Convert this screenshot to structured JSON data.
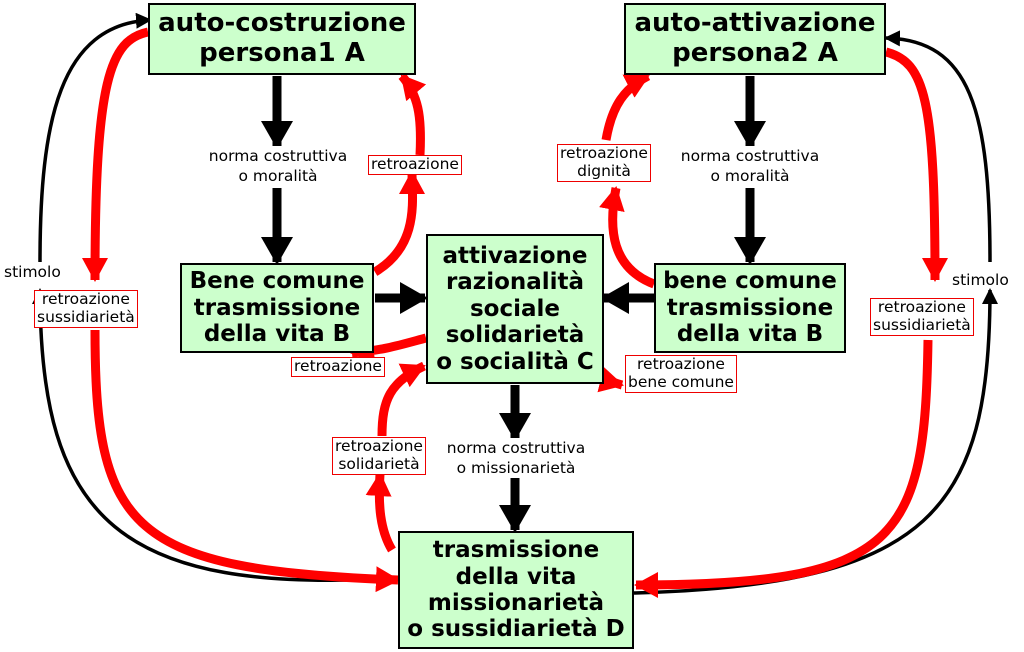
{
  "boxes": {
    "a": [
      "auto-costruzione",
      "persona1 A"
    ],
    "a2": [
      "auto-attivazione",
      "persona2 A"
    ],
    "b_left": [
      "Bene comune",
      "trasmissione",
      "della vita B"
    ],
    "b_right": [
      "bene comune",
      "trasmissione",
      "della vita B"
    ],
    "c": [
      "attivazione",
      "razionalità",
      "sociale",
      "solidarietà",
      "o socialità C"
    ],
    "d": [
      "trasmissione",
      "della vita",
      "missionarietà",
      "o sussidiarietà D"
    ]
  },
  "labels": {
    "norma_left": [
      "norma costruttiva",
      "o moralità"
    ],
    "norma_right": [
      "norma costruttiva",
      "o moralità"
    ],
    "norma_center": [
      "norma costruttiva",
      "o missionarietà"
    ],
    "stimolo_left": "stimolo",
    "stimolo_right": "stimolo"
  },
  "feedback_labels": {
    "retro_top_left": [
      "retroazione"
    ],
    "retro_dignita": [
      "retroazione",
      "dignità"
    ],
    "retro_sussid_left": [
      "retroazione",
      "sussidiarietà"
    ],
    "retro_sussid_right": [
      "retroazione",
      "sussidiarietà"
    ],
    "retro_mid_left": [
      "retroazione"
    ],
    "retro_bene_comune": [
      "retroazione",
      "bene comune"
    ],
    "retro_solidarieta": [
      "retroazione",
      "solidarietà"
    ]
  },
  "colors": {
    "box_fill": "#ccffcc",
    "feedback_red": "#ff0000",
    "arrow_black": "#000000"
  }
}
